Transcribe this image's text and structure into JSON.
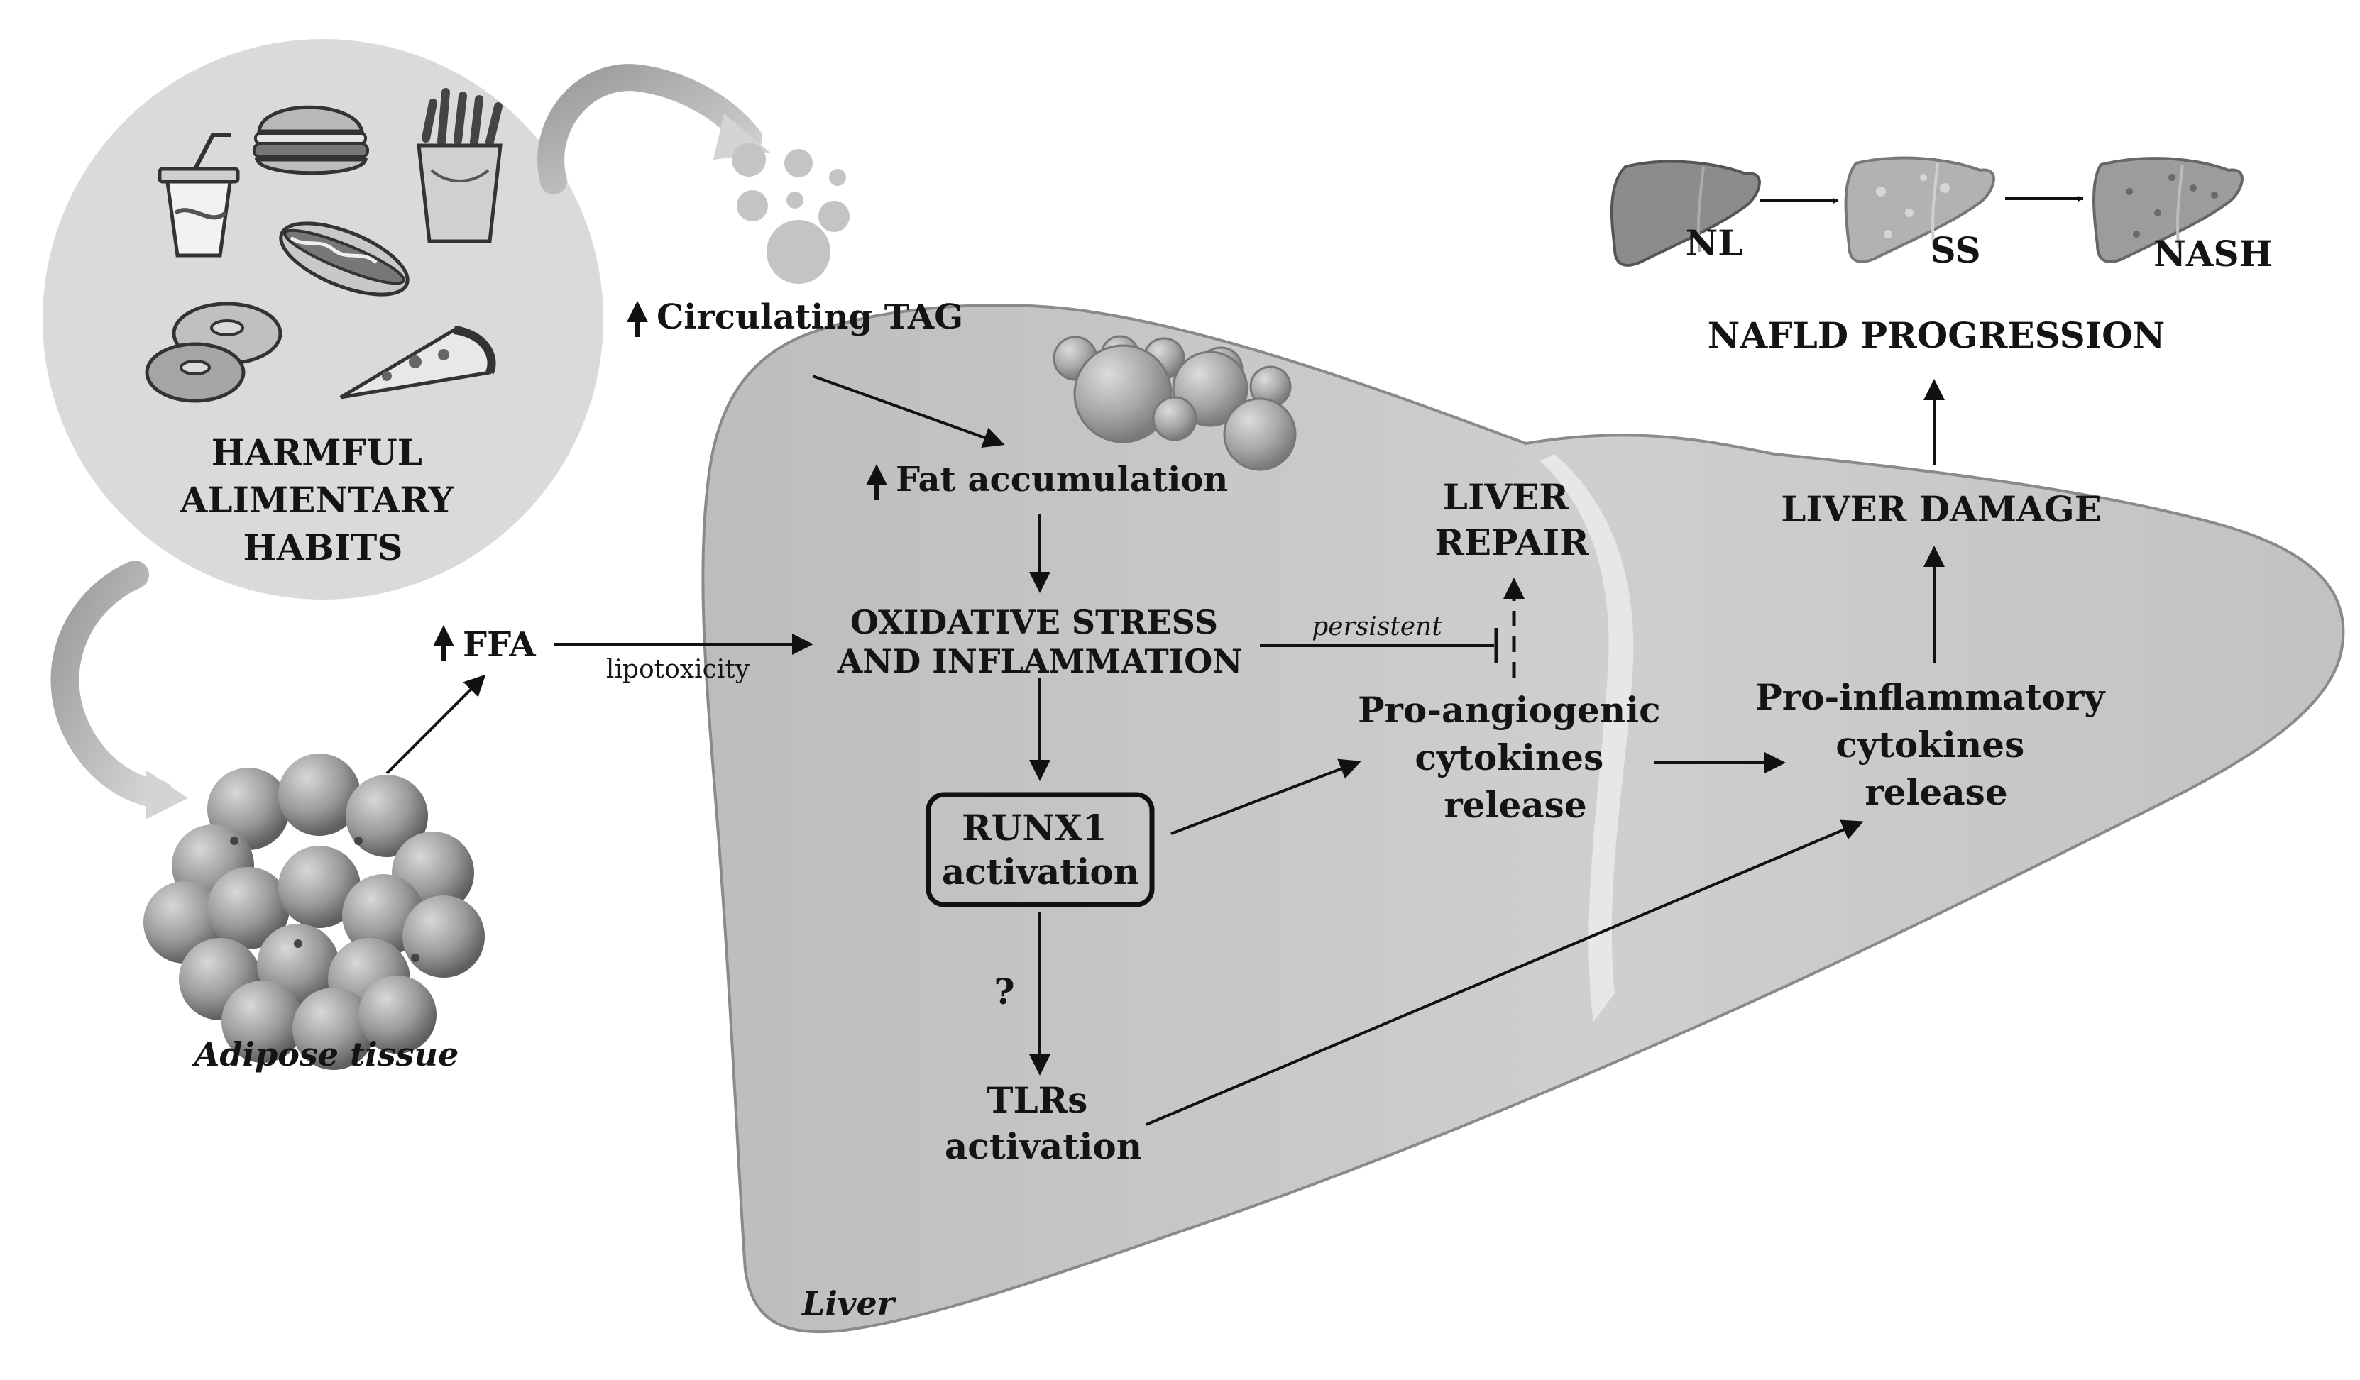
{
  "diagram": {
    "food": {
      "line1": "HARMFUL",
      "line2": "ALIMENTARY",
      "line3": "HABITS"
    },
    "adipose_label": "Adipose tissue",
    "circulating_tag": "Circulating TAG",
    "ffa": "FFA",
    "lipotoxicity": "lipotoxicity",
    "fat_accumulation": "Fat accumulation",
    "oxidative": {
      "line1": "OXIDATIVE STRESS",
      "line2": "AND INFLAMMATION"
    },
    "persistent": "persistent",
    "runx1": {
      "line1": "RUNX1",
      "line2": "activation"
    },
    "question": "?",
    "tlrs": {
      "line1": "TLRs",
      "line2": "activation"
    },
    "liver_repair": {
      "line1": "LIVER",
      "line2": "REPAIR"
    },
    "pro_angiogenic": {
      "line1": "Pro-angiogenic",
      "line2": "cytokines",
      "line3": "release"
    },
    "pro_inflammatory": {
      "line1": "Pro-inflammatory",
      "line2": "cytokines",
      "line3": "release"
    },
    "liver_damage": "LIVER DAMAGE",
    "nafld_progression": "NAFLD PROGRESSION",
    "stages": [
      "NL",
      "SS",
      "NASH"
    ],
    "liver_label": "Liver"
  }
}
